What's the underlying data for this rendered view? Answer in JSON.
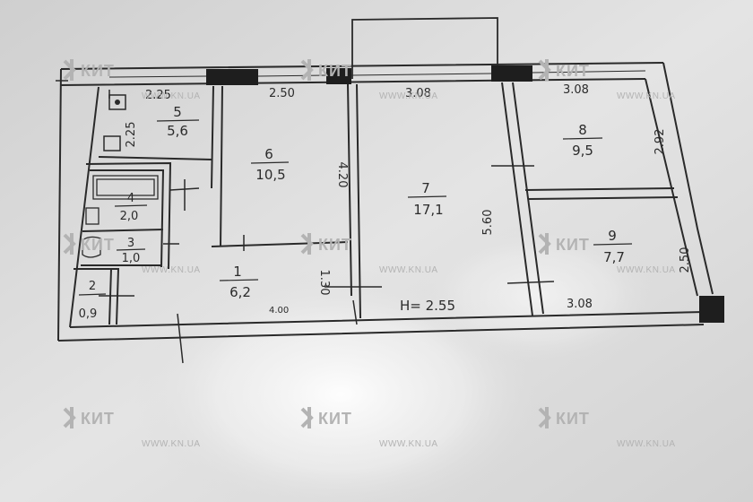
{
  "rooms": [
    {
      "id": "5",
      "area": "5,6"
    },
    {
      "id": "6",
      "area": "10,5"
    },
    {
      "id": "7",
      "area": "17,1"
    },
    {
      "id": "8",
      "area": "9,5"
    },
    {
      "id": "9",
      "area": "7,7"
    },
    {
      "id": "4",
      "area": "2,0"
    },
    {
      "id": "3",
      "area": "1,0"
    },
    {
      "id": "2",
      "area": "0,9"
    },
    {
      "id": "1",
      "area": "6,2"
    }
  ],
  "dimensions": {
    "d1": "2.25",
    "d2": "2.50",
    "d3": "3.08",
    "d4": "3.08",
    "d5": "2.25",
    "d6": "4.20",
    "d7": "5.60",
    "d8": "2.92",
    "d9": "2.50",
    "d10": "3.08",
    "d11": "1.30",
    "d12": "4.00"
  },
  "ceiling_height": "H= 2.55",
  "watermark": {
    "brand": "КИТ",
    "url": "WWW.KN.UA"
  }
}
